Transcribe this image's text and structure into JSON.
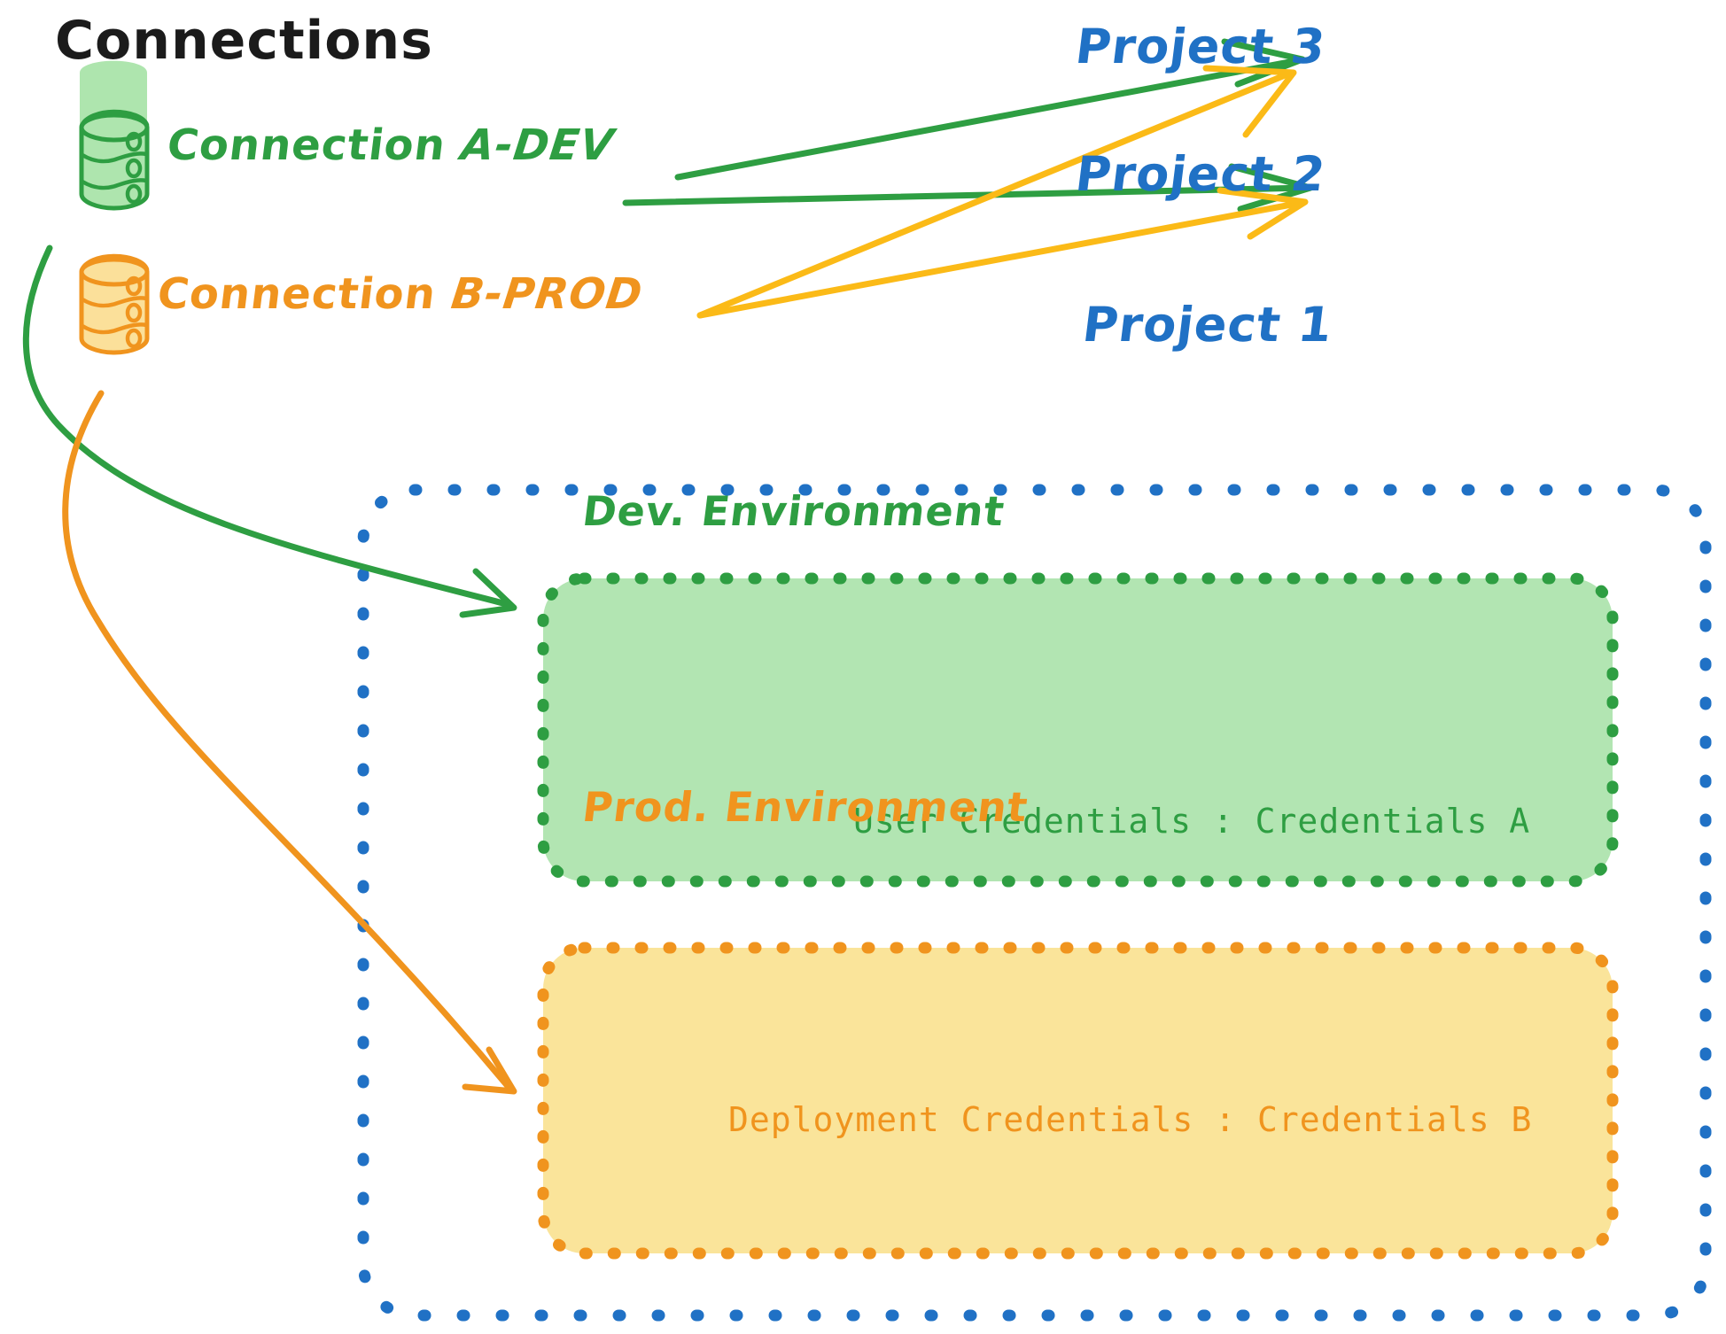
{
  "diagram": {
    "title": "Connections",
    "palette": {
      "green_stroke": "#2E9E42",
      "green_fill": "#B2E5B2",
      "orange_stroke": "#F0941E",
      "orange_fill": "#FAE49A",
      "blue": "#2071C5",
      "arrow_green": "#2E9E42",
      "arrow_orange": "#FBBA17",
      "text_dark": "#1b1b1b",
      "background": "#ffffff"
    },
    "connections": [
      {
        "id": "connection-a-dev",
        "label_prefix": "Connection ",
        "label_emph": "A-DEV",
        "label_full": "Connection A-DEV",
        "color": "#2E9E42",
        "icon": "database-cylinder-icon"
      },
      {
        "id": "connection-b-prod",
        "label_prefix": "Connection ",
        "label_emph": "B-PROD",
        "label_full": "Connection B-PROD",
        "color": "#F0941E",
        "icon": "database-cylinder-icon"
      }
    ],
    "projects": [
      {
        "id": "project-3",
        "label": "Project 3"
      },
      {
        "id": "project-2",
        "label": "Project 2"
      },
      {
        "id": "project-1",
        "label": "Project 1"
      }
    ],
    "environments": [
      {
        "id": "dev-environment",
        "label": "Dev. Environment",
        "credentials_label": "User Credentials : Credentials A",
        "credentials_key": "User Credentials",
        "credentials_value": "Credentials A",
        "stroke": "#2E9E42",
        "fill": "#B2E5B2"
      },
      {
        "id": "prod-environment",
        "label": "Prod. Environment",
        "credentials_label": "Deployment Credentials : Credentials B",
        "credentials_key": "Deployment Credentials",
        "credentials_value": "Credentials B",
        "stroke": "#F0941E",
        "fill": "#FAE49A"
      }
    ],
    "edges": [
      {
        "from": "connection-a-dev",
        "to": "project-3",
        "color": "#2E9E42"
      },
      {
        "from": "connection-a-dev",
        "to": "project-2",
        "color": "#2E9E42"
      },
      {
        "from": "connection-a-dev",
        "to": "dev-environment",
        "color": "#2E9E42"
      },
      {
        "from": "connection-b-prod",
        "to": "project-3",
        "color": "#FBBA17"
      },
      {
        "from": "connection-b-prod",
        "to": "project-2",
        "color": "#FBBA17"
      },
      {
        "from": "connection-b-prod",
        "to": "prod-environment",
        "color": "#F0941E"
      }
    ]
  }
}
